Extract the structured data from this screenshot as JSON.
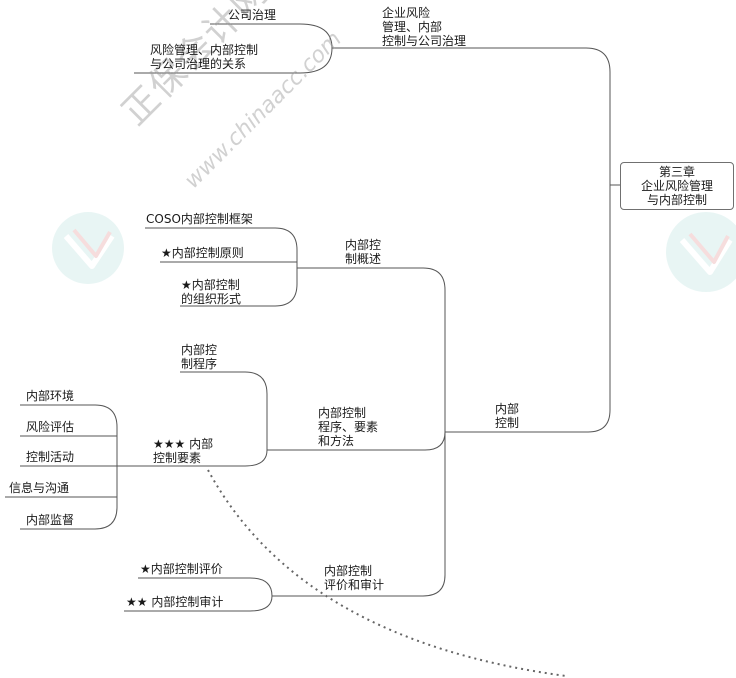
{
  "root": {
    "label": "第三章\n企业风险管理\n与内部控制"
  },
  "watermark": {
    "text_cn": "正保会计网校",
    "text_en": "www.chinaacc.com"
  },
  "branch_governance": {
    "label": "企业风险\n管理、内部\n控制与公司治理",
    "children": [
      "公司治理",
      "风险管理、内部控制\n与公司治理的关系"
    ]
  },
  "branch_ic": {
    "label": "内部\n控制",
    "overview": {
      "label": "内部控\n制概述",
      "children": [
        "COSO内部控制框架",
        "★内部控制原则",
        "★内部控制\n的组织形式"
      ]
    },
    "procedures": {
      "label": "内部控制\n程序、要素\n和方法",
      "program": "内部控\n制程序",
      "elements": {
        "label": "★★★ 内部\n控制要素",
        "children": [
          "内部环境",
          "风险评估",
          "控制活动",
          "信息与沟通",
          "内部监督"
        ]
      }
    },
    "evaluation": {
      "label": "内部控制\n评价和审计",
      "children": [
        "★内部控制评价",
        "★★ 内部控制审计"
      ]
    }
  }
}
